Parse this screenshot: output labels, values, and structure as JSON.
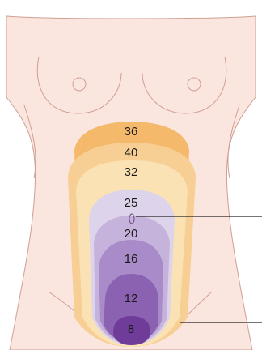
{
  "diagram": {
    "labels": {
      "w36": "36",
      "w40": "40",
      "w32": "32",
      "w25": "25",
      "w20": "20",
      "w16": "16",
      "w12": "12",
      "w8": "8"
    },
    "colors": {
      "skin": "#fbe6df",
      "skin_line": "#cf9f92",
      "w36": "#f4b96b",
      "w40": "#f7ce93",
      "w32": "#fbe2b4",
      "w25": "#ddd3ea",
      "w20": "#c5b3dc",
      "w16": "#a88bc8",
      "w12": "#8b61b2",
      "w8": "#6f3d99",
      "pointer_line": "#222222"
    }
  }
}
